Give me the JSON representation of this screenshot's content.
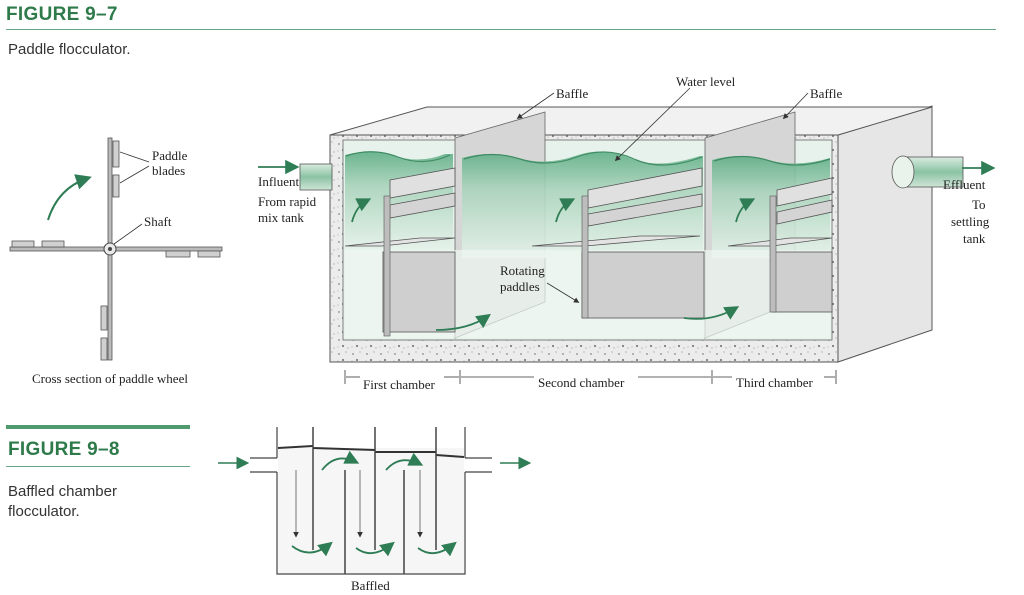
{
  "figure_9_7": {
    "number": "FIGURE 9–7",
    "caption": "Paddle flocculator.",
    "labels": {
      "paddle_blades": [
        "Paddle",
        "blades"
      ],
      "shaft": "Shaft",
      "cross_section": "Cross section of paddle wheel",
      "baffle_left": "Baffle",
      "water_level": "Water level",
      "baffle_right": "Baffle",
      "influent": "Influent",
      "from_rapid": [
        "From rapid",
        "mix tank"
      ],
      "effluent": "Effluent",
      "to_settling": [
        "To",
        "settling",
        "tank"
      ],
      "rotating_paddles": [
        "Rotating",
        "paddles"
      ],
      "first_chamber": "First chamber",
      "second_chamber": "Second chamber",
      "third_chamber": "Third chamber"
    }
  },
  "figure_9_8": {
    "number": "FIGURE 9–8",
    "caption_line1": "Baffled chamber",
    "caption_line2": "flocculator.",
    "label": "Baffled"
  },
  "colors": {
    "accent": "#2e7a4a",
    "water": "#8fc4a8",
    "water_light": "#cfe6d8",
    "tank_wall": "#dcdcdc",
    "concrete": "#e4e4e4",
    "arrow": "#2f7d55"
  }
}
